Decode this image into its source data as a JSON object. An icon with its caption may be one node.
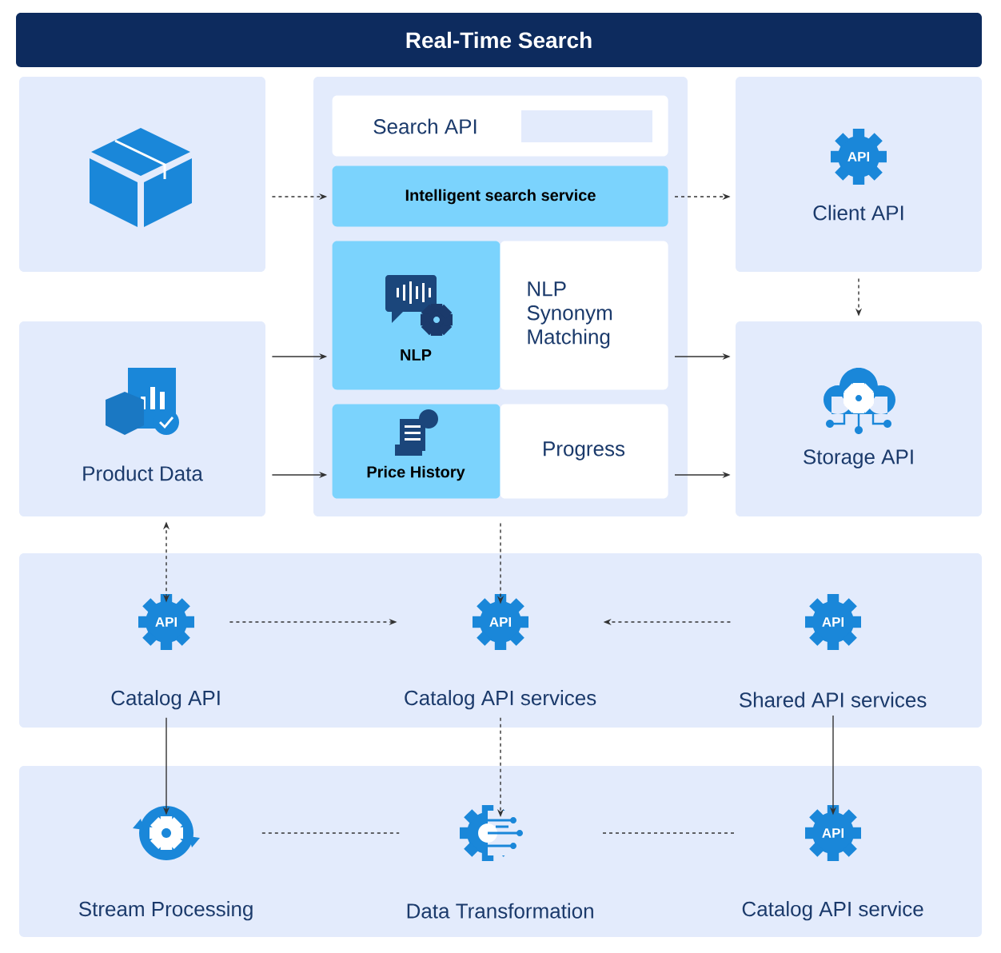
{
  "diagram": {
    "title": "Real-Time Search",
    "nodes": [
      {
        "text": [],
        "shape": "box"
      },
      {
        "text": [
          "Product Data"
        ]
      },
      {
        "text": [],
        "shape": "box"
      },
      {
        "text": [
          "Search API"
        ],
        "in": 2
      },
      {
        "text": [
          "Intelligent search service"
        ],
        "in": 2
      },
      {
        "text": [
          "NLP"
        ],
        "in": 2
      },
      {
        "text": [
          "NLP Synonym Matching"
        ],
        "in": 2
      },
      {
        "text": [
          "Price History"
        ],
        "in": 2
      },
      {
        "text": [
          "Progress"
        ],
        "in": 2
      },
      {
        "text": [
          "Client API"
        ]
      },
      {
        "text": [
          "Storage API"
        ]
      },
      {
        "text": [],
        "shape": "box"
      },
      {
        "text": [
          "Catalog API"
        ],
        "in": 11
      },
      {
        "text": [
          "Catalog API services"
        ],
        "in": 11
      },
      {
        "text": [
          "Shared API services"
        ],
        "in": 11
      },
      {
        "text": [],
        "shape": "box"
      },
      {
        "text": [
          "Stream Processing"
        ],
        "in": 15
      },
      {
        "text": [
          "Data Transformation"
        ],
        "in": 15
      },
      {
        "text": [
          "Catalog API service"
        ],
        "in": 15
      }
    ],
    "edges": [
      {
        "from": 0,
        "to": 4,
        "arrow": "to",
        "style": "dashed"
      },
      {
        "from": 4,
        "to": 9,
        "arrow": "to",
        "style": "dashed"
      },
      {
        "from": 1,
        "to": 5,
        "arrow": "to"
      },
      {
        "from": 1,
        "to": 7,
        "arrow": "to"
      },
      {
        "from": 6,
        "to": 10,
        "arrow": "to"
      },
      {
        "from": 8,
        "to": 10,
        "arrow": "to"
      },
      {
        "from": 9,
        "to": 10,
        "arrow": "to",
        "style": "dashed"
      },
      {
        "from": 12,
        "to": 1,
        "arrow": "both",
        "style": "dashed"
      },
      {
        "from": 2,
        "to": 13,
        "arrow": "to",
        "style": "dashed"
      },
      {
        "from": 12,
        "to": 13,
        "arrow": "to",
        "style": "dashed"
      },
      {
        "from": 14,
        "to": 13,
        "arrow": "to",
        "style": "dashed"
      },
      {
        "from": 12,
        "to": 16,
        "arrow": "to"
      },
      {
        "from": 13,
        "to": 17,
        "arrow": "to",
        "style": "dashed"
      },
      {
        "from": 14,
        "to": 18,
        "arrow": "to"
      },
      {
        "from": 16,
        "to": 17,
        "arrow": "none",
        "style": "dashed"
      },
      {
        "from": 17,
        "to": 18,
        "arrow": "none",
        "style": "dashed"
      }
    ],
    "labels": [
      "API",
      "API",
      "API",
      "API",
      "API"
    ]
  }
}
